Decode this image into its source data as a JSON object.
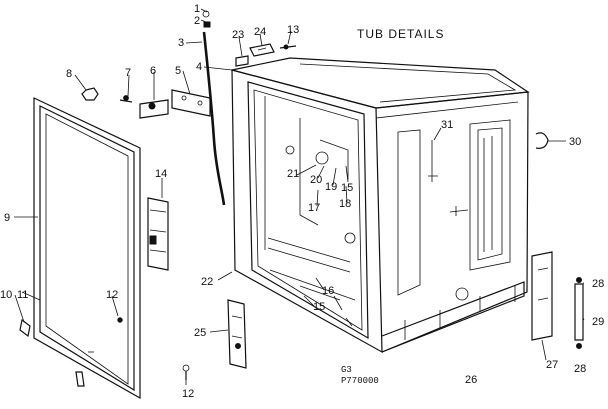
{
  "title": "TUB DETAILS",
  "caption_code": "G3",
  "caption_number": "P770000",
  "callouts": {
    "c1": "1",
    "c2": "2",
    "c3": "3",
    "c4": "4",
    "c5": "5",
    "c6": "6",
    "c7": "7",
    "c8": "8",
    "c9": "9",
    "c10": "10",
    "c11": "11",
    "c12a": "12",
    "c12b": "12",
    "c13": "13",
    "c14": "14",
    "c15a": "15",
    "c15b": "15",
    "c16": "16",
    "c17": "17",
    "c18": "18",
    "c19": "19",
    "c20": "20",
    "c21": "21",
    "c22": "22",
    "c23": "23",
    "c24": "24",
    "c25": "25",
    "c26": "26",
    "c27": "27",
    "c28a": "28",
    "c28b": "28",
    "c29": "29",
    "c30": "30",
    "c31": "31"
  }
}
